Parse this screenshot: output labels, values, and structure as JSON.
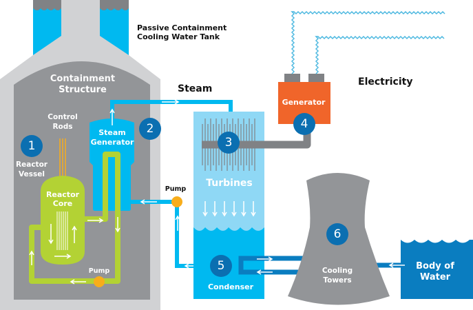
{
  "labels": {
    "tank_line1": "Passive Containment",
    "tank_line2": "Cooling Water Tank",
    "containment_line1": "Containment",
    "containment_line2": "Structure",
    "control_rods_line1": "Control",
    "control_rods_line2": "Rods",
    "reactor_vessel_line1": "Reactor",
    "reactor_vessel_line2": "Vessel",
    "reactor_core_line1": "Reactor",
    "reactor_core_line2": "Core",
    "steam_generator_line1": "Steam",
    "steam_generator_line2": "Generator",
    "steam": "Steam",
    "pump_primary": "Pump",
    "pump_secondary": "Pump",
    "turbines": "Turbines",
    "generator": "Generator",
    "electricity": "Electricity",
    "condenser": "Condenser",
    "cooling_towers_line1": "Cooling",
    "cooling_towers_line2": "Towers",
    "body_of_water_line1": "Body of",
    "body_of_water_line2": "Water"
  },
  "steps": [
    "1",
    "2",
    "3",
    "4",
    "5",
    "6"
  ],
  "colors": {
    "step_circle": "#0b6fb1",
    "water_blue": "#00b9f0",
    "light_blue": "#8fd8f5",
    "dark_blue": "#0a7dc0",
    "primary_loop_green": "#b3d234",
    "generator_orange": "#f0652a",
    "pump_yellow": "#f8ad1b",
    "structure_gray": "#939598",
    "outer_gray": "#d1d2d4"
  }
}
